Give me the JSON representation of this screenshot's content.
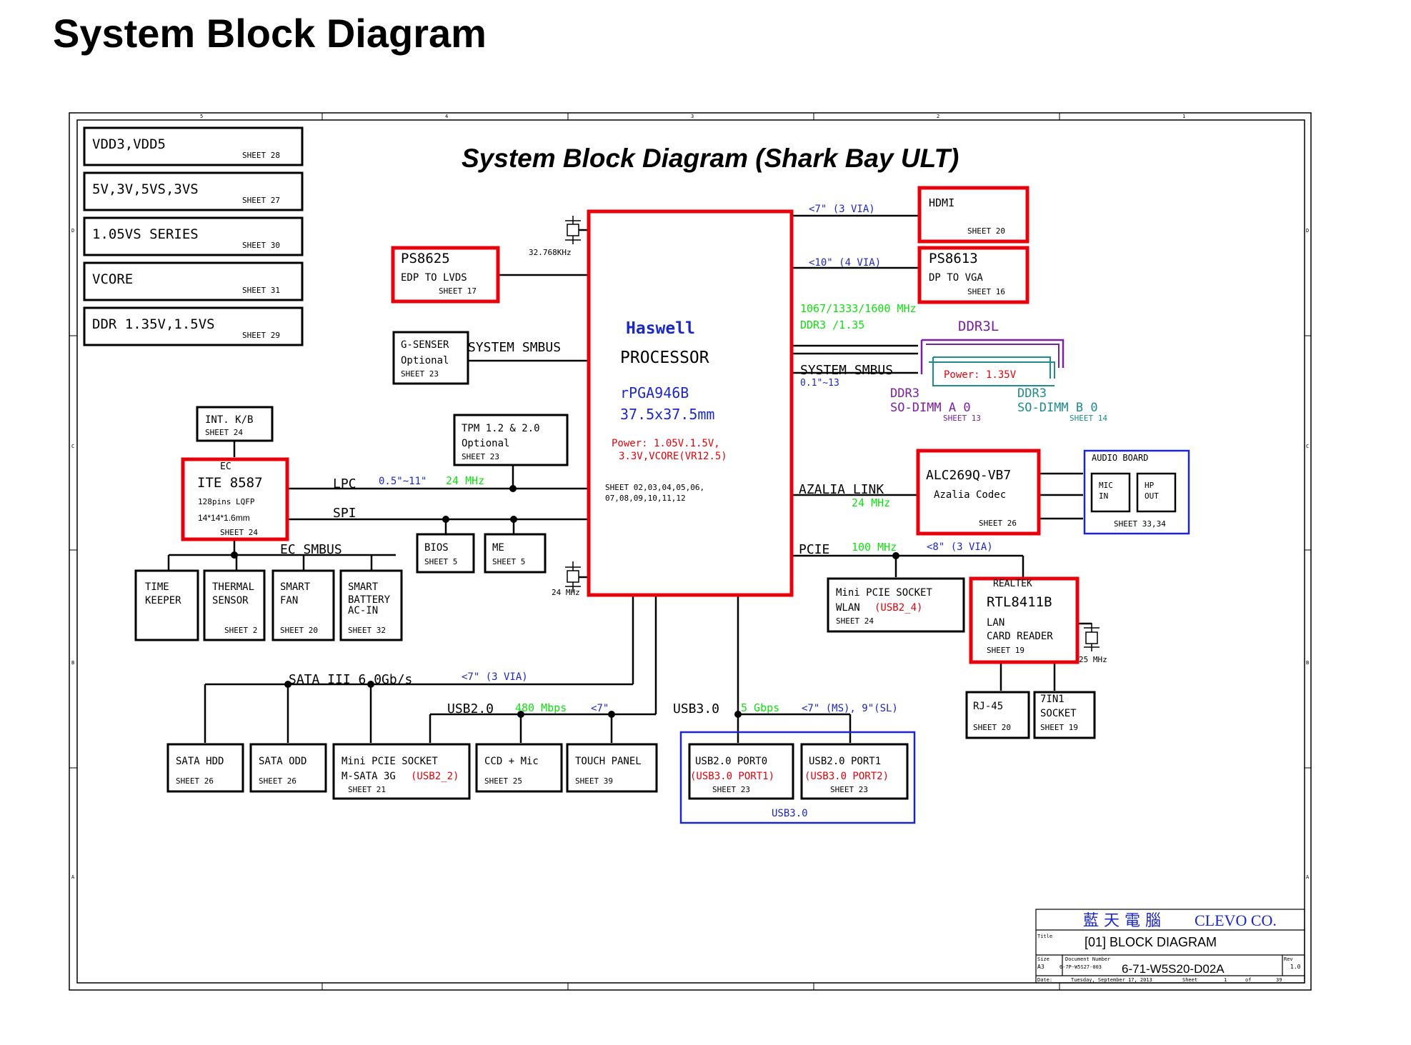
{
  "page_title": "System Block Diagram",
  "diagram_title": "System Block Diagram (Shark Bay ULT)",
  "colors": {
    "highlight": "#e8000b",
    "blue_text": "#1b27c9",
    "green_text": "#10e010",
    "red_text": "#e8000b",
    "purple": "#7a1fa2",
    "teal": "#1e8c8c",
    "audio_board": "#1b27c9"
  },
  "border_marks": {
    "top": [
      "5",
      "4",
      "3",
      "2",
      "1"
    ],
    "side": [
      "D",
      "C",
      "B",
      "A"
    ]
  },
  "power_rails": [
    {
      "name": "VDD3,VDD5",
      "sheet": "SHEET 28"
    },
    {
      "name": "5V,3V,5VS,3VS",
      "sheet": "SHEET 27"
    },
    {
      "name": "1.05VS SERIES",
      "sheet": "SHEET 30"
    },
    {
      "name": "VCORE",
      "sheet": "SHEET 31"
    },
    {
      "name": "DDR 1.35V,1.5VS",
      "sheet": "SHEET 29"
    }
  ],
  "cpu": {
    "name": "Haswell",
    "type": "PROCESSOR",
    "package": "rPGA946B",
    "size": "37.5x37.5mm",
    "power1": "Power: 1.05V.1.5V,",
    "power2": "3.3V,VCORE(VR12.5)",
    "sheets1": "SHEET 02,03,04,05,06,",
    "sheets2": "07,08,09,10,11,12",
    "crystal_top": "32.768KHz",
    "crystal_bottom": "24 MHz"
  },
  "ps8625": {
    "name": "PS8625",
    "desc": "EDP TO LVDS",
    "sheet": "SHEET 17"
  },
  "gsensor": {
    "name": "G-SENSER",
    "opt": "Optional",
    "sheet": "SHEET 23",
    "bus": "SYSTEM SMBUS"
  },
  "kb": {
    "name": "INT. K/B",
    "sheet": "SHEET 24"
  },
  "tpm": {
    "name": "TPM 1.2 & 2.0",
    "opt": "Optional",
    "sheet": "SHEET 23"
  },
  "ec": {
    "label": "EC",
    "name": "ITE 8587",
    "pins": "128pins LQFP",
    "dim": "14*14*1.6mm",
    "sheet": "SHEET 24"
  },
  "lpc": {
    "name": "LPC",
    "length": "0.5\"~11\"",
    "freq": "24 MHz"
  },
  "spi": "SPI",
  "bios": {
    "name": "BIOS",
    "sheet": "SHEET 5"
  },
  "me": {
    "name": "ME",
    "sheet": "SHEET 5"
  },
  "ec_smbus": "EC SMBUS",
  "ec_children": [
    {
      "l1": "TIME",
      "l2": "KEEPER",
      "l3": "",
      "sheet": ""
    },
    {
      "l1": "THERMAL",
      "l2": "SENSOR",
      "l3": "",
      "sheet": "SHEET 2"
    },
    {
      "l1": "SMART",
      "l2": "FAN",
      "l3": "",
      "sheet": "SHEET 20"
    },
    {
      "l1": "SMART",
      "l2": "BATTERY",
      "l3": "AC-IN",
      "sheet": "SHEET 32"
    }
  ],
  "sata": {
    "name": "SATA III 6.0Gb/s",
    "length": "<7\" (3 VIA)"
  },
  "sata_hdd": {
    "name": "SATA HDD",
    "sheet": "SHEET 26"
  },
  "sata_odd": {
    "name": "SATA ODD",
    "sheet": "SHEET 26"
  },
  "msata": {
    "l1": "Mini PCIE SOCKET",
    "l2": "M-SATA 3G",
    "usb": "(USB2_2)",
    "sheet": "SHEET 21"
  },
  "usb2": {
    "name": "USB2.0",
    "speed": "480 Mbps",
    "length": "<7\""
  },
  "ccd": {
    "name": "CCD + Mic",
    "sheet": "SHEET 25"
  },
  "touch": {
    "name": "TOUCH PANEL",
    "sheet": "SHEET 39"
  },
  "usb3": {
    "name": "USB3.0",
    "speed": "5 Gbps",
    "length": "<7\" (MS), 9\"(SL)",
    "group": "USB3.0"
  },
  "usb_port0": {
    "l1": "USB2.0 PORT0",
    "l2": "(USB3.0 PORT1)",
    "sheet": "SHEET 23"
  },
  "usb_port1": {
    "l1": "USB2.0 PORT1",
    "l2": "(USB3.0 PORT2)",
    "sheet": "SHEET 23"
  },
  "hdmi": {
    "name": "HDMI",
    "sheet": "SHEET 20",
    "length": "<7\" (3 VIA)"
  },
  "ps8613": {
    "name": "PS8613",
    "desc": "DP TO VGA",
    "sheet": "SHEET 16",
    "length": "<10\" (4 VIA)"
  },
  "ddr": {
    "freq": "1067/1333/1600 MHz",
    "type": "DDR3 /1.35",
    "label": "DDR3L",
    "power": "Power: 1.35V",
    "smbus": "SYSTEM SMBUS",
    "smbus_len": "0.1\"~13"
  },
  "dimm_a": {
    "l1": "DDR3",
    "l2": "SO-DIMM A 0",
    "sheet": "SHEET 13"
  },
  "dimm_b": {
    "l1": "DDR3",
    "l2": "SO-DIMM B 0",
    "sheet": "SHEET 14"
  },
  "azalia": {
    "name": "AZALIA LINK",
    "freq": "24 MHz"
  },
  "codec": {
    "name": "ALC269Q-VB7",
    "desc": "Azalia Codec",
    "sheet": "SHEET 26"
  },
  "audio_board": {
    "title": "AUDIO BOARD",
    "mic1": "MIC",
    "mic2": "IN",
    "hp1": "HP",
    "hp2": "OUT",
    "sheet": "SHEET 33,34"
  },
  "pcie": {
    "name": "PCIE",
    "speed": "100 MHz",
    "length": "<8\" (3 VIA)"
  },
  "wlan": {
    "l1": "Mini PCIE SOCKET",
    "l2": "WLAN",
    "usb": "(USB2_4)",
    "sheet": "SHEET 24"
  },
  "lan": {
    "vendor": "REALTEK",
    "name": "RTL8411B",
    "l1": "LAN",
    "l2": "CARD READER",
    "sheet": "SHEET 19",
    "crystal": "25 MHz"
  },
  "rj45": {
    "name": "RJ-45",
    "sheet": "SHEET 20"
  },
  "sock7in1": {
    "l1": "7IN1",
    "l2": "SOCKET",
    "sheet": "SHEET 19"
  },
  "titleblock": {
    "company_cn": "藍 天 電 腦",
    "company_en": "CLEVO CO.",
    "title_label": "Title",
    "title": "[01] BLOCK DIAGRAM",
    "size_label": "Size",
    "size": "A3",
    "doc_label": "Document Number",
    "doc_small": "6-7P-W5S27-003",
    "doc": "6-71-W5S20-D02A",
    "rev_label": "Rev",
    "rev": "1.0",
    "date_label": "Date:",
    "date": "Tuesday, September 17, 2013",
    "sheet_label": "Sheet",
    "sheet_num": "1",
    "of_label": "of",
    "sheet_total": "39"
  }
}
